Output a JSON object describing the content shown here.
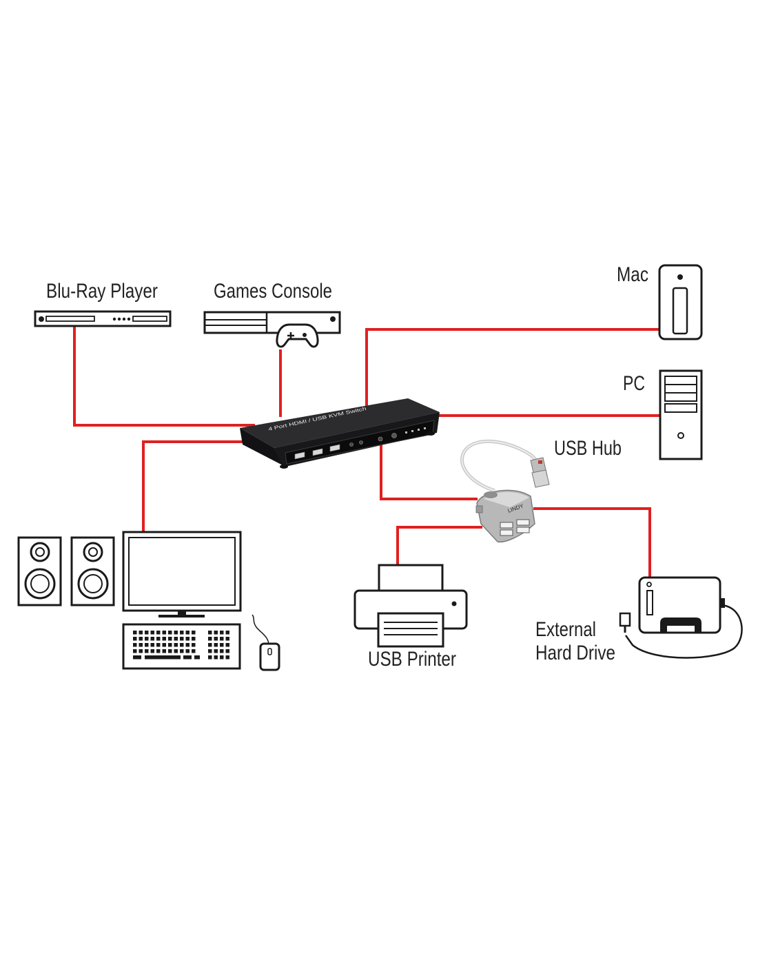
{
  "labels": {
    "bluray": "Blu-Ray Player",
    "games": "Games Console",
    "mac": "Mac",
    "pc": "PC",
    "usb_hub": "USB Hub",
    "usb_printer": "USB Printer",
    "ext_drive_line1": "External",
    "ext_drive_line2": "Hard Drive"
  },
  "switch_label": "4 Port HDMI / USB KVM Switch",
  "hub_brand": "LINDY",
  "colors": {
    "cable": "#e02020",
    "outline": "#1a1a1a",
    "switch_body": "#1c1c1e",
    "hub_body": "#b8b8b8"
  },
  "icons": {
    "bluray": "bluray-player-icon",
    "games": "games-console-icon",
    "mac": "mac-tower-icon",
    "pc": "pc-tower-icon",
    "hub": "usb-hub-icon",
    "printer": "printer-icon",
    "drive": "external-drive-icon",
    "workstation": "monitor-keyboard-speakers-icon"
  }
}
